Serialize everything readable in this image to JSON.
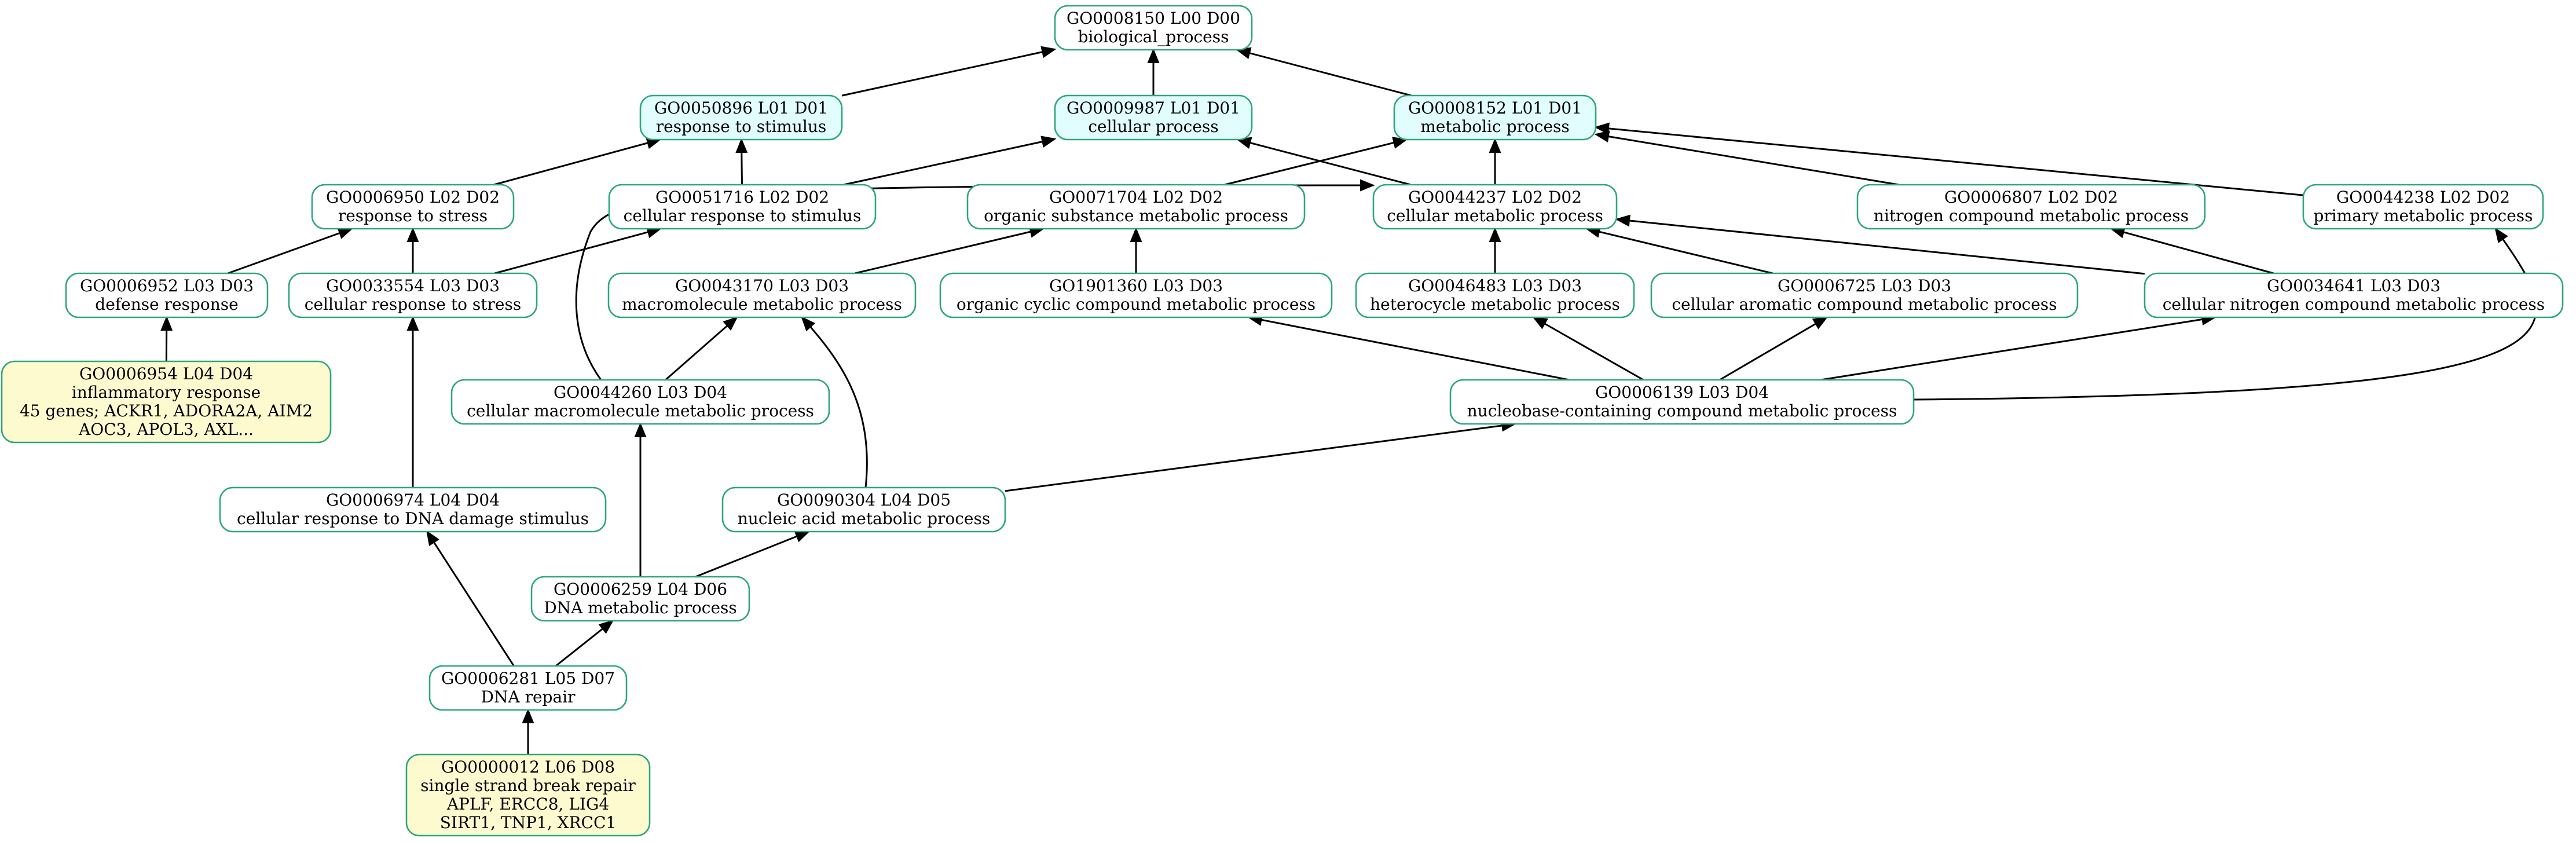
{
  "colors": {
    "border": "#2da77a",
    "fill_default": "#ffffff",
    "fill_level1": "#e1fdfd",
    "fill_annotated": "#fefad0",
    "edge": "#000000"
  },
  "nodes": [
    {
      "id": "n8150",
      "fill": "default",
      "lines": [
        "GO0008150 L00 D00",
        "biological_process"
      ]
    },
    {
      "id": "n50896",
      "fill": "level1",
      "lines": [
        "GO0050896 L01 D01",
        "response to stimulus"
      ]
    },
    {
      "id": "n9987",
      "fill": "level1",
      "lines": [
        "GO0009987 L01 D01",
        "cellular process"
      ]
    },
    {
      "id": "n8152",
      "fill": "level1",
      "lines": [
        "GO0008152 L01 D01",
        "metabolic process"
      ]
    },
    {
      "id": "n6950",
      "fill": "default",
      "lines": [
        "GO0006950 L02 D02",
        "response to stress"
      ]
    },
    {
      "id": "n51716",
      "fill": "default",
      "lines": [
        "GO0051716 L02 D02",
        "cellular response to stimulus"
      ]
    },
    {
      "id": "n71704",
      "fill": "default",
      "lines": [
        "GO0071704 L02 D02",
        "organic substance metabolic process"
      ]
    },
    {
      "id": "n44237",
      "fill": "default",
      "lines": [
        "GO0044237 L02 D02",
        "cellular metabolic process"
      ]
    },
    {
      "id": "n6807",
      "fill": "default",
      "lines": [
        "GO0006807 L02 D02",
        "nitrogen compound metabolic process"
      ]
    },
    {
      "id": "n44238",
      "fill": "default",
      "lines": [
        "GO0044238 L02 D02",
        "primary metabolic process"
      ]
    },
    {
      "id": "n6952",
      "fill": "default",
      "lines": [
        "GO0006952 L03 D03",
        "defense response"
      ]
    },
    {
      "id": "n33554",
      "fill": "default",
      "lines": [
        "GO0033554 L03 D03",
        "cellular response to stress"
      ]
    },
    {
      "id": "n43170",
      "fill": "default",
      "lines": [
        "GO0043170 L03 D03",
        "macromolecule metabolic process"
      ]
    },
    {
      "id": "n1901360",
      "fill": "default",
      "lines": [
        "GO1901360 L03 D03",
        "organic cyclic compound metabolic process"
      ]
    },
    {
      "id": "n46483",
      "fill": "default",
      "lines": [
        "GO0046483 L03 D03",
        "heterocycle metabolic process"
      ]
    },
    {
      "id": "n6725",
      "fill": "default",
      "lines": [
        "GO0006725 L03 D03",
        "cellular aromatic compound metabolic process"
      ]
    },
    {
      "id": "n34641",
      "fill": "default",
      "lines": [
        "GO0034641 L03 D03",
        "cellular nitrogen compound metabolic process"
      ]
    },
    {
      "id": "n6954",
      "fill": "annotated",
      "lines": [
        "GO0006954 L04 D04",
        "inflammatory response",
        "45 genes; ACKR1, ADORA2A, AIM2",
        "AOC3, APOL3, AXL..."
      ]
    },
    {
      "id": "n44260",
      "fill": "default",
      "lines": [
        "GO0044260 L03 D04",
        "cellular macromolecule metabolic process"
      ]
    },
    {
      "id": "n6139",
      "fill": "default",
      "lines": [
        "GO0006139 L03 D04",
        "nucleobase-containing compound metabolic process"
      ]
    },
    {
      "id": "n6974",
      "fill": "default",
      "lines": [
        "GO0006974 L04 D04",
        "cellular response to DNA damage stimulus"
      ]
    },
    {
      "id": "n90304",
      "fill": "default",
      "lines": [
        "GO0090304 L04 D05",
        "nucleic acid metabolic process"
      ]
    },
    {
      "id": "n6259",
      "fill": "default",
      "lines": [
        "GO0006259 L04 D06",
        "DNA metabolic process"
      ]
    },
    {
      "id": "n6281",
      "fill": "default",
      "lines": [
        "GO0006281 L05 D07",
        "DNA repair"
      ]
    },
    {
      "id": "n12",
      "fill": "annotated",
      "lines": [
        "GO0000012 L06 D08",
        "single strand break repair",
        "APLF, ERCC8, LIG4",
        "SIRT1, TNP1, XRCC1"
      ]
    }
  ],
  "edges": [
    {
      "from": "n50896",
      "to": "n8150"
    },
    {
      "from": "n9987",
      "to": "n8150"
    },
    {
      "from": "n8152",
      "to": "n8150"
    },
    {
      "from": "n6950",
      "to": "n50896"
    },
    {
      "from": "n51716",
      "to": "n50896"
    },
    {
      "from": "n51716",
      "to": "n9987"
    },
    {
      "from": "n71704",
      "to": "n8152"
    },
    {
      "from": "n44237",
      "to": "n9987"
    },
    {
      "from": "n44237",
      "to": "n8152"
    },
    {
      "from": "n6807",
      "to": "n8152"
    },
    {
      "from": "n44238",
      "to": "n8152"
    },
    {
      "from": "n6952",
      "to": "n6950"
    },
    {
      "from": "n33554",
      "to": "n6950"
    },
    {
      "from": "n33554",
      "to": "n51716"
    },
    {
      "from": "n43170",
      "to": "n71704"
    },
    {
      "from": "n1901360",
      "to": "n71704"
    },
    {
      "from": "n46483",
      "to": "n44237"
    },
    {
      "from": "n6725",
      "to": "n44237"
    },
    {
      "from": "n34641",
      "to": "n44237"
    },
    {
      "from": "n34641",
      "to": "n6807"
    },
    {
      "from": "n6954",
      "to": "n6952"
    },
    {
      "from": "n44260",
      "to": "n43170"
    },
    {
      "from": "n44260",
      "to": "n44237"
    },
    {
      "from": "n6139",
      "to": "n1901360"
    },
    {
      "from": "n6139",
      "to": "n46483"
    },
    {
      "from": "n6139",
      "to": "n6725"
    },
    {
      "from": "n6139",
      "to": "n34641"
    },
    {
      "from": "n6139",
      "to": "n44238"
    },
    {
      "from": "n6974",
      "to": "n33554"
    },
    {
      "from": "n90304",
      "to": "n43170"
    },
    {
      "from": "n90304",
      "to": "n6139"
    },
    {
      "from": "n6259",
      "to": "n44260"
    },
    {
      "from": "n6259",
      "to": "n90304"
    },
    {
      "from": "n6281",
      "to": "n6974"
    },
    {
      "from": "n6281",
      "to": "n6259"
    },
    {
      "from": "n12",
      "to": "n6281"
    }
  ]
}
